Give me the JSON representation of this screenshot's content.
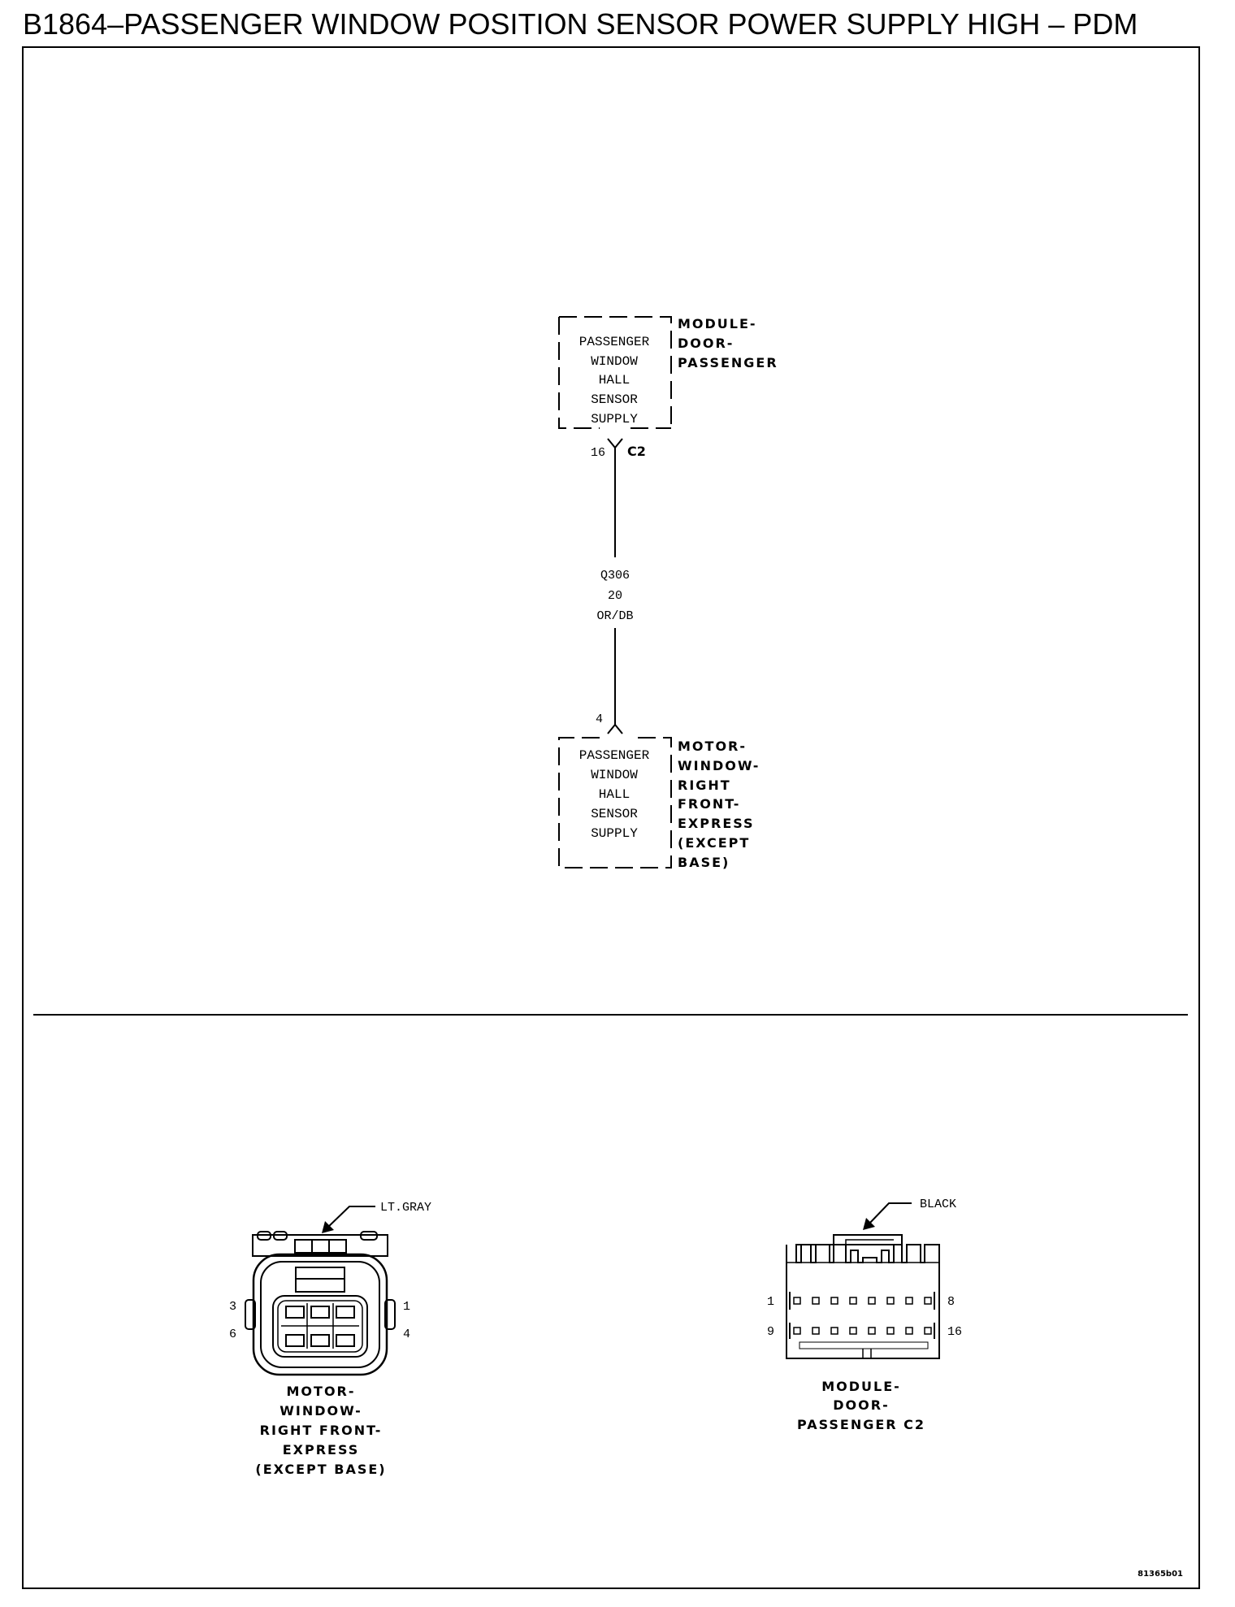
{
  "title": "B1864–PASSENGER WINDOW POSITION SENSOR POWER SUPPLY HIGH – PDM",
  "upper_component": {
    "inner_lines": [
      "PASSENGER",
      "WINDOW",
      "HALL",
      "SENSOR",
      "SUPPLY"
    ],
    "label_lines": [
      "MODULE-",
      "DOOR-",
      "PASSENGER"
    ],
    "pin": "16",
    "connector": "C2"
  },
  "wire": {
    "circuit": "Q306",
    "gauge": "20",
    "color": "OR/DB"
  },
  "lower_component": {
    "pin": "4",
    "inner_lines": [
      "PASSENGER",
      "WINDOW",
      "HALL",
      "SENSOR",
      "SUPPLY"
    ],
    "label_lines": [
      "MOTOR-",
      "WINDOW-",
      "RIGHT",
      "FRONT-",
      "EXPRESS",
      "(EXCEPT",
      "BASE)"
    ]
  },
  "connector_left": {
    "color_label": "LT.GRAY",
    "pins": {
      "top_left": "3",
      "bottom_left": "6",
      "top_right": "1",
      "bottom_right": "4"
    },
    "caption_lines": [
      "MOTOR-",
      "WINDOW-",
      "RIGHT FRONT-",
      "EXPRESS",
      "(EXCEPT BASE)"
    ]
  },
  "connector_right": {
    "color_label": "BLACK",
    "pins": {
      "top_left": "1",
      "top_right": "8",
      "bottom_left": "9",
      "bottom_right": "16"
    },
    "caption_lines": [
      "MODULE-",
      "DOOR-",
      "PASSENGER C2"
    ]
  },
  "figure_id": "81365b01"
}
